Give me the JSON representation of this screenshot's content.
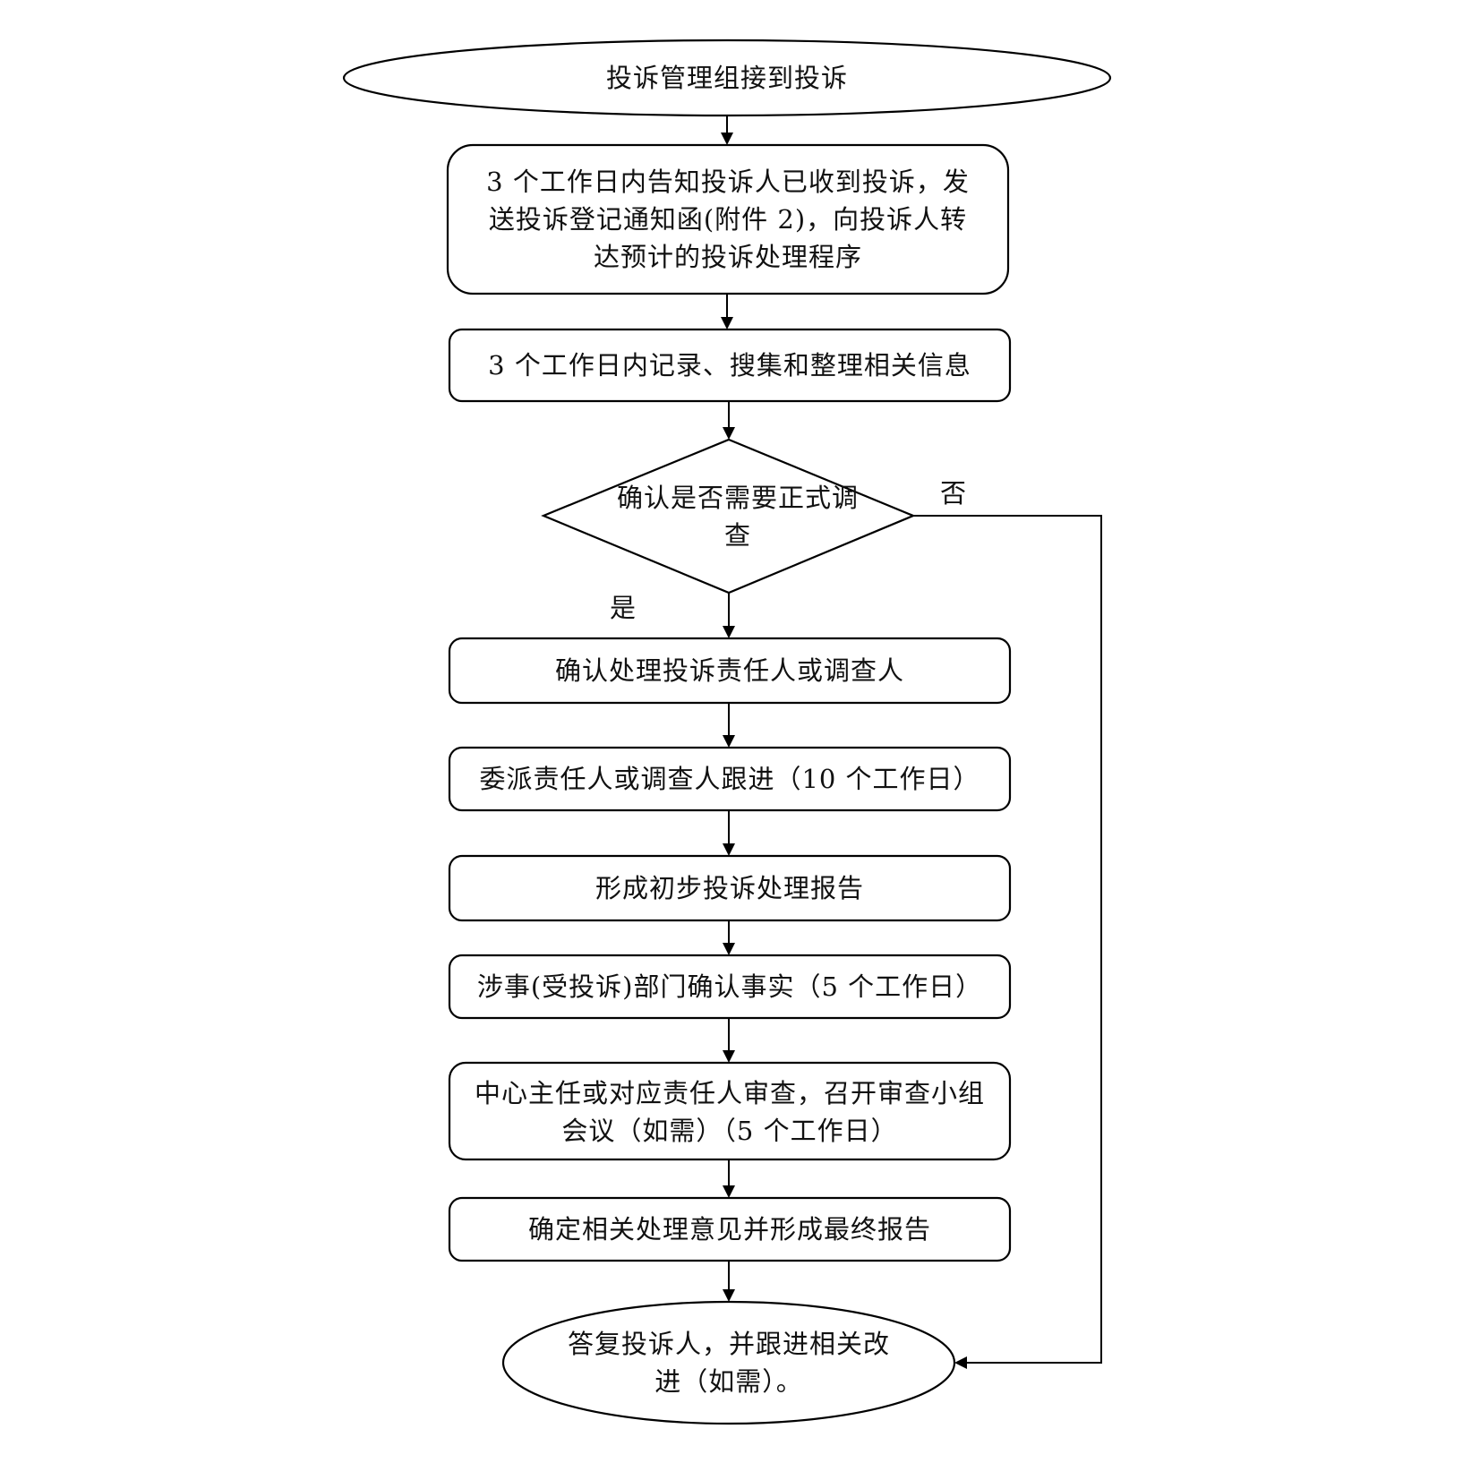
{
  "flowchart": {
    "start": "投诉管理组接到投诉",
    "step_notify": "3 个工作日内告知投诉人已收到投诉，发送投诉登记通知函(附件 2)，向投诉人转达预计的投诉处理程序",
    "step_record": "3 个工作日内记录、搜集和整理相关信息",
    "decision": "确认是否需要正式调查",
    "branch_yes": "是",
    "branch_no": "否",
    "step_assign": "确认处理投诉责任人或调查人",
    "step_followup": "委派责任人或调查人跟进（10 个工作日）",
    "step_preliminary": "形成初步投诉处理报告",
    "step_confirm": "涉事(受投诉)部门确认事实（5 个工作日）",
    "step_review": "中心主任或对应责任人审查，召开审查小组会议（如需）（5 个工作日）",
    "step_final": "确定相关处理意见并形成最终报告",
    "end": "答复投诉人，并跟进相关改进（如需）。"
  }
}
